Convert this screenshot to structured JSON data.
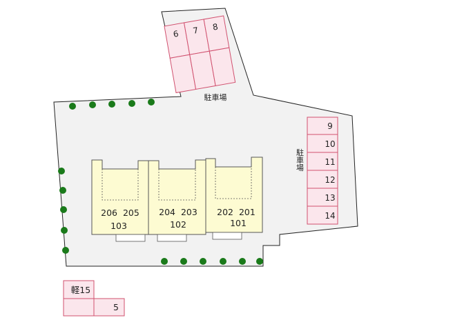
{
  "colors": {
    "ground": "#f2f2f2",
    "outline": "#222222",
    "parking_fill": "#fbe6ec",
    "parking_stroke": "#d0506e",
    "building_fill": "#fdfbd2",
    "building_stroke": "#555555",
    "tree": "#1a7a1a"
  },
  "labels": {
    "parking_top": "駐車場",
    "parking_right": "駐車場"
  },
  "parking": {
    "top_row": [
      "6",
      "7",
      "8"
    ],
    "right_column": [
      "9",
      "10",
      "11",
      "12",
      "13",
      "14"
    ],
    "bottom_top": "軽15",
    "bottom_right": "5"
  },
  "buildings": [
    {
      "upper": "206  205",
      "lower": "103"
    },
    {
      "upper": "204  203",
      "lower": "102"
    },
    {
      "upper": "202  201",
      "lower": "101"
    }
  ]
}
